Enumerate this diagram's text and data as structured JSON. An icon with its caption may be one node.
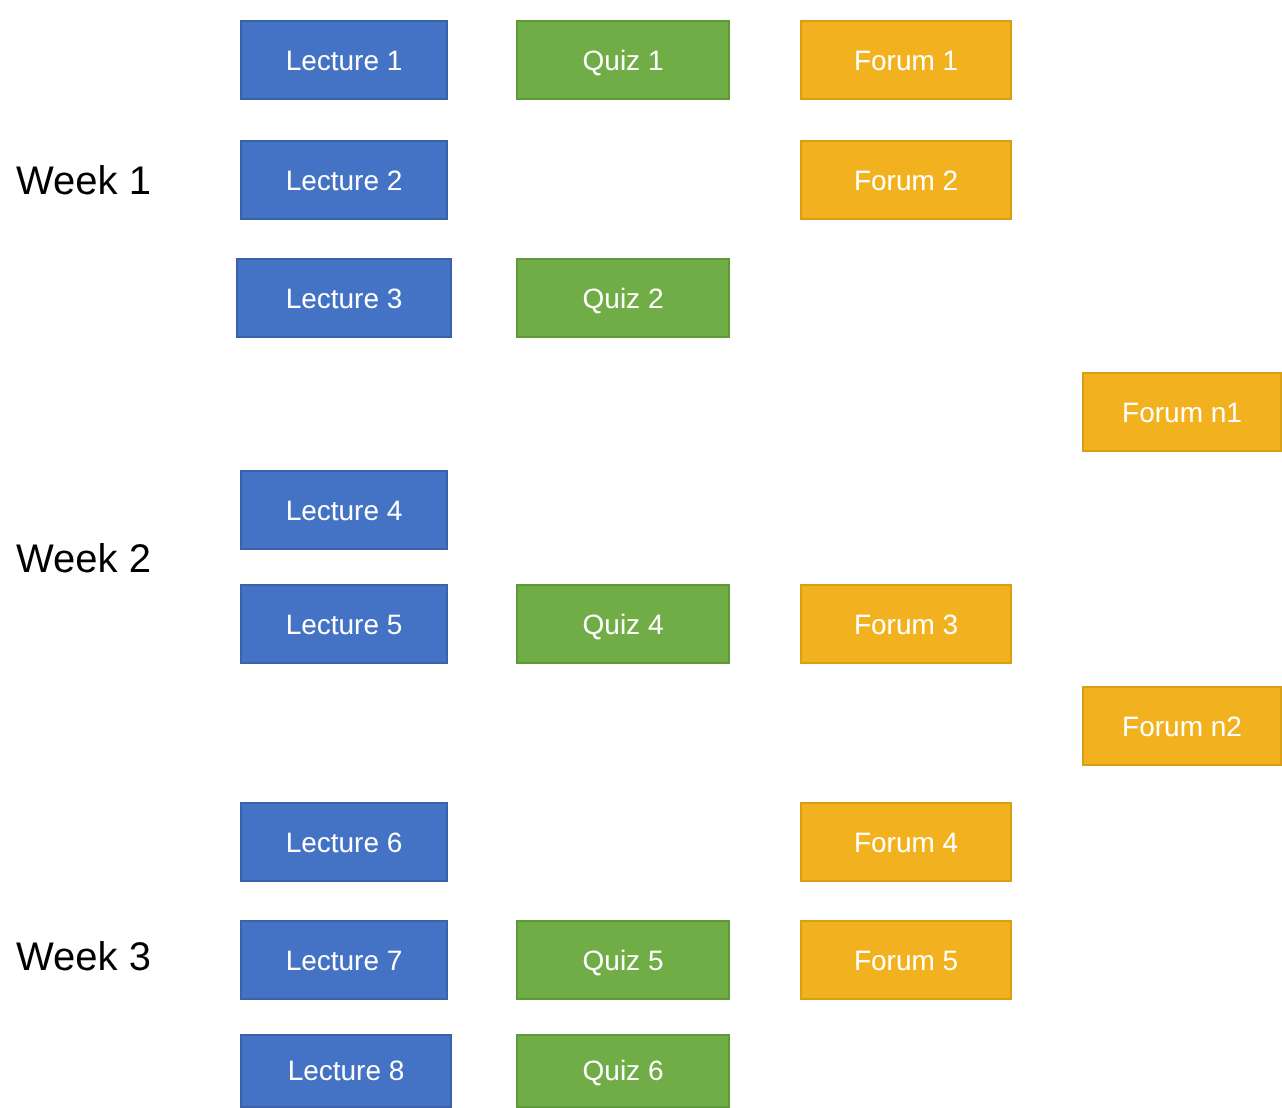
{
  "diagram": {
    "nodes": [
      {
        "text": [
          "Lecture 1"
        ]
      },
      {
        "text": [
          "Quiz 1"
        ]
      },
      {
        "text": [
          "Forum 1"
        ]
      },
      {
        "text": [
          "Lecture 2"
        ]
      },
      {
        "text": [
          "Forum 2"
        ]
      },
      {
        "text": [
          "Lecture 3"
        ]
      },
      {
        "text": [
          "Quiz 2"
        ]
      },
      {
        "text": [
          "Forum n1"
        ]
      },
      {
        "text": [
          "Lecture 4"
        ]
      },
      {
        "text": [
          "Lecture 5"
        ]
      },
      {
        "text": [
          "Quiz 4"
        ]
      },
      {
        "text": [
          "Forum 3"
        ]
      },
      {
        "text": [
          "Forum n2"
        ]
      },
      {
        "text": [
          "Lecture 6"
        ]
      },
      {
        "text": [
          "Forum 4"
        ]
      },
      {
        "text": [
          "Lecture 7"
        ]
      },
      {
        "text": [
          "Quiz 5"
        ]
      },
      {
        "text": [
          "Forum 5"
        ]
      },
      {
        "text": [
          "Lecture 8"
        ]
      },
      {
        "text": [
          "Quiz 6"
        ]
      }
    ],
    "labels": [
      "Week 1",
      "Week 2",
      "Week 3"
    ]
  }
}
